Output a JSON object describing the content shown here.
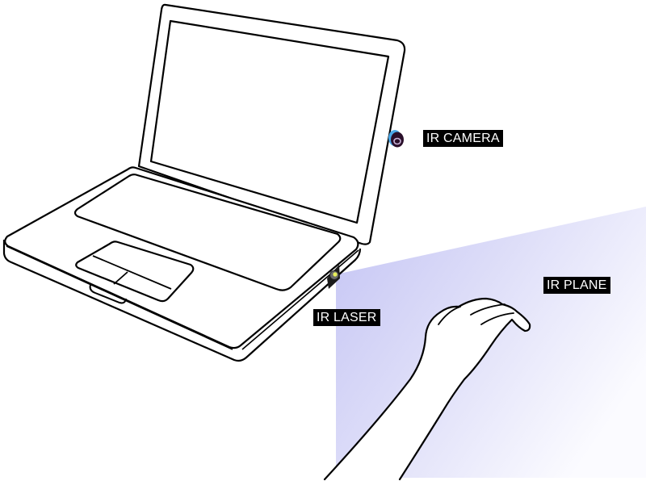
{
  "diagram": {
    "labels": {
      "ir_camera": "IR CAMERA",
      "ir_laser": "IR LASER",
      "ir_plane": "IR PLANE"
    },
    "colors": {
      "ir_plane_fill": "#c8c8f5",
      "ir_plane_fade": "#ffffff",
      "camera_lens": "#2a0f2a",
      "camera_ring": "#4aa8e8",
      "laser_housing": "#1a1a1a",
      "laser_emitter": "#e8f05a",
      "outline": "#000000",
      "label_bg": "#000000",
      "label_text": "#ffffff"
    }
  }
}
